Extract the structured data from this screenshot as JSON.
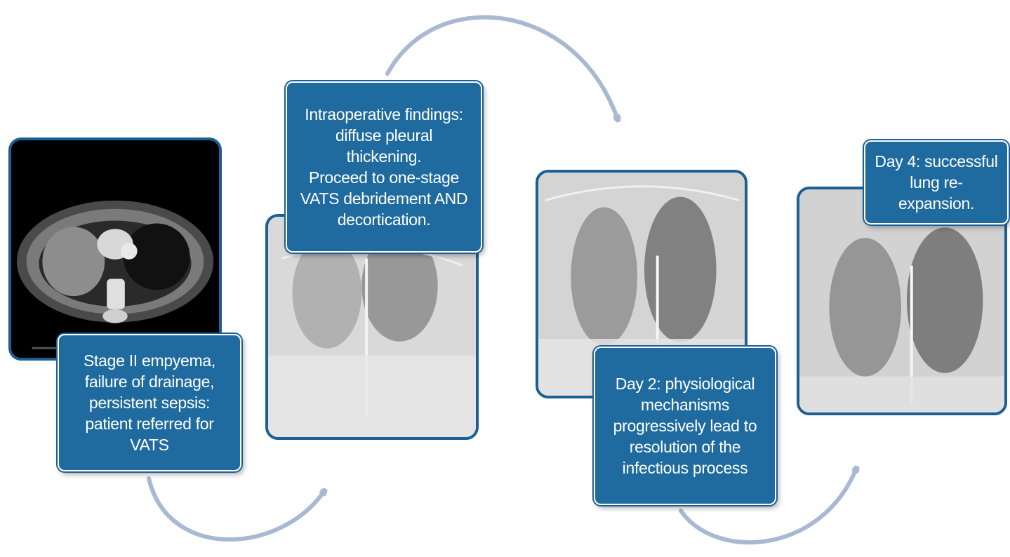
{
  "steps": [
    {
      "image": "ct-scan-image",
      "caption": "Stage II empyema,\nfailure of drainage,\npersistent sepsis:\npatient referred for\nVATS"
    },
    {
      "image": "chest-xray-image",
      "caption": "Intraoperative findings:\ndiffuse pleural\nthickening.\nProceed to one-stage\nVATS debridement AND\ndecortication."
    },
    {
      "image": "chest-xray-image",
      "caption": "Day 2: physiological\nmechanisms\nprogressively lead to\nresolution of the\ninfectious process"
    },
    {
      "image": "chest-xray-image",
      "caption": "Day 4: successful\nlung re-expansion."
    }
  ],
  "colors": {
    "caption_fill": "#1f6b9f",
    "frame_border": "#1c5f93",
    "arrow": "#a9b8d3"
  }
}
